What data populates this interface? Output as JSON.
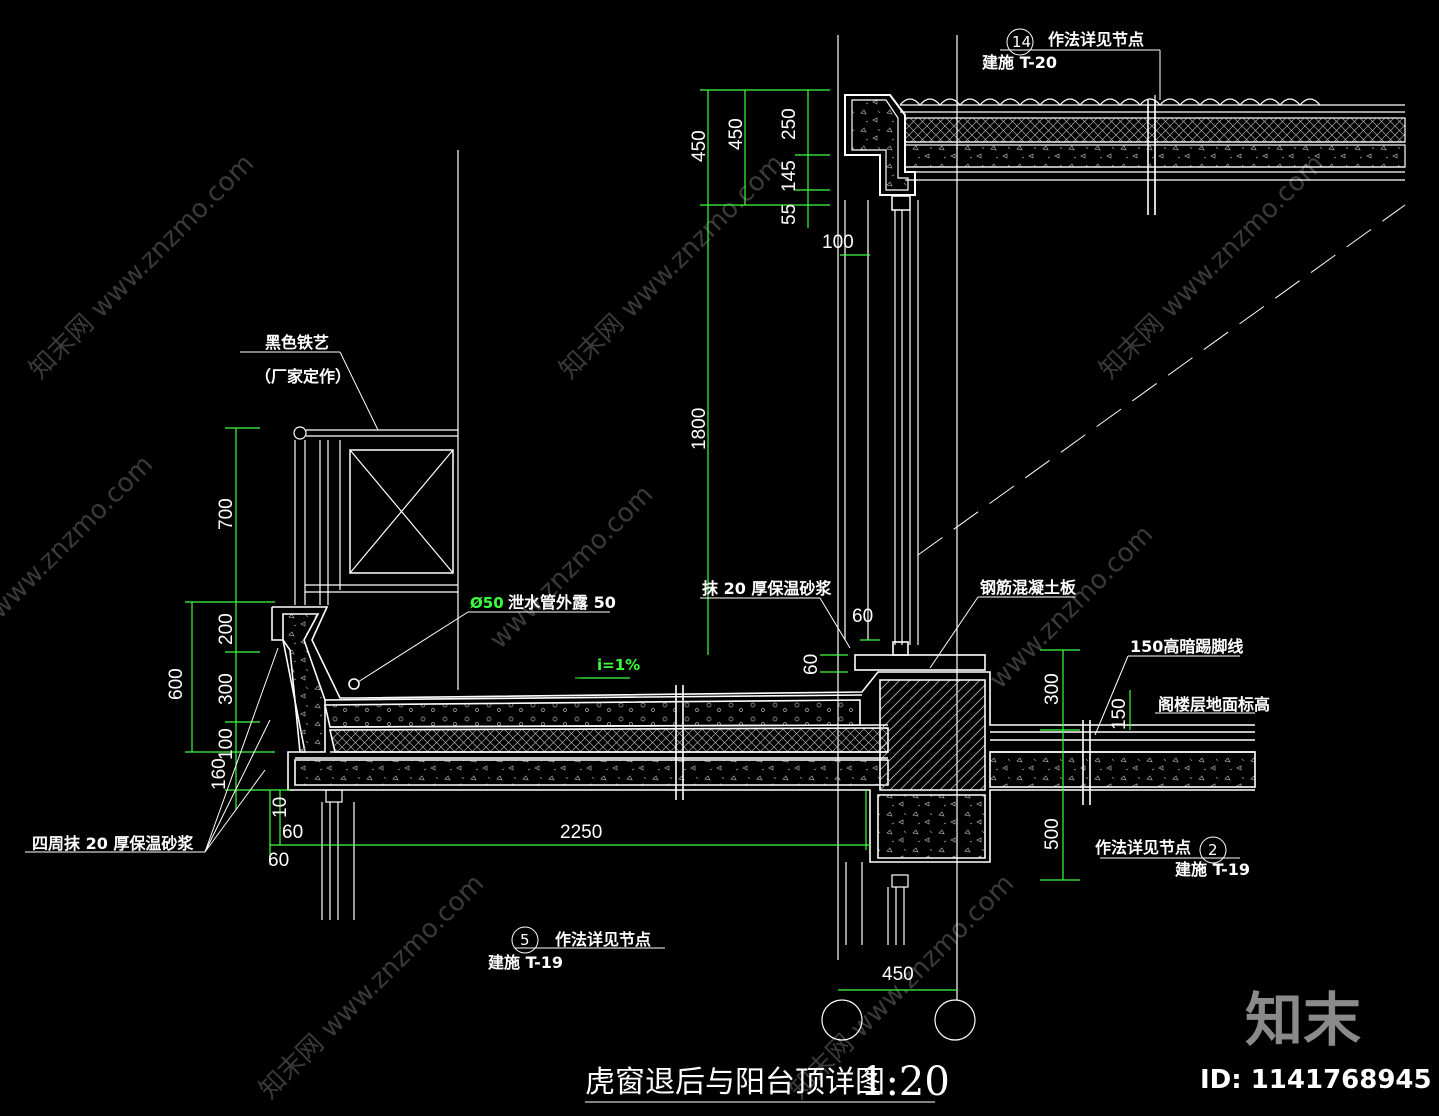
{
  "drawing": {
    "title": "虎窗退后与阳台顶详图",
    "scale": "1:20"
  },
  "annotations": {
    "iron_art": "黑色铁艺",
    "iron_art_note": "（厂家定作）",
    "drain_pipe_dia": "Ø50",
    "drain_pipe": "泄水管外露 50",
    "slope": "i=1%",
    "mortar_top": "抹 20 厚保温砂浆",
    "rc_slab": "钢筋混凝土板",
    "skirting": "150高暗踢脚线",
    "attic_floor": "阁楼层地面标高",
    "mortar_around": "四周抹 20 厚保温砂浆"
  },
  "callouts": {
    "top": {
      "number": "14",
      "text": "作法详见节点",
      "ref": "建施 T-20"
    },
    "bottom": {
      "number": "5",
      "text": "作法详见节点",
      "ref": "建施 T-19"
    },
    "right": {
      "number": "2",
      "text": "作法详见节点",
      "ref": "建施 T-19"
    }
  },
  "dimensions": {
    "top_left_450": "450",
    "top_450": "450",
    "d250": "250",
    "d145": "145",
    "d55": "55",
    "d100": "100",
    "d1800": "1800",
    "d700": "700",
    "d200": "200",
    "d300": "300",
    "d100b": "100",
    "d600": "600",
    "d160": "160",
    "d10": "10",
    "d60a": "60",
    "d60b": "60",
    "d2250": "2250",
    "d60c": "60",
    "d60d": "60",
    "r300": "300",
    "r150": "150",
    "r500": "500",
    "bottom_450": "450"
  },
  "watermark": {
    "logo": "知末",
    "id": "ID: 1141768945",
    "site": "知末网 www.znzmo.com",
    "site_short": "www.znzmo.com"
  }
}
